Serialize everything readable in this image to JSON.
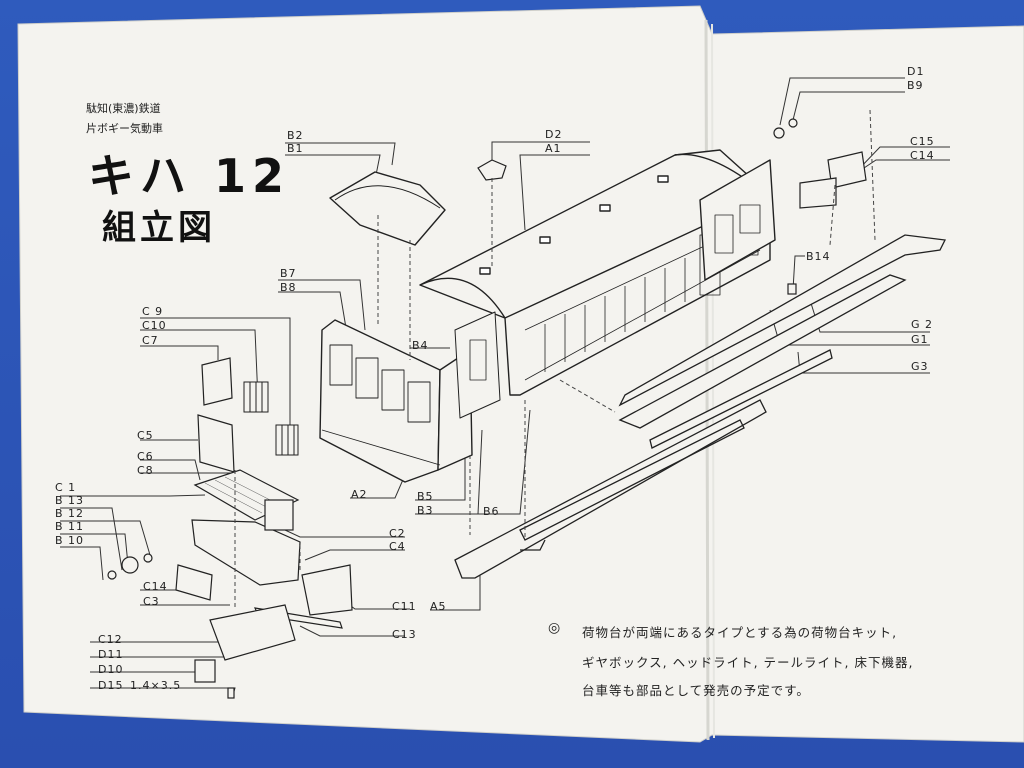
{
  "header": {
    "subtitle_line1": "駄知(東濃)鉄道",
    "subtitle_line2": "片ボギー気動車",
    "model": "キハ 12",
    "doc_type": "組立図"
  },
  "note": {
    "mark": "◎",
    "line1": "荷物台が両端にあるタイプとする為の荷物台キット,",
    "line2": "ギヤボックス, ヘッドライト, テールライト, 床下機器,",
    "line3": "台車等も部品として発売の予定です。"
  },
  "part_labels": [
    {
      "id": "D1",
      "text": "D1"
    },
    {
      "id": "B9",
      "text": "B9"
    },
    {
      "id": "C15a",
      "text": "C15"
    },
    {
      "id": "C14a",
      "text": "C14"
    },
    {
      "id": "B2",
      "text": "B2"
    },
    {
      "id": "B1",
      "text": "B1"
    },
    {
      "id": "D2",
      "text": "D2"
    },
    {
      "id": "A1",
      "text": "A1"
    },
    {
      "id": "B14",
      "text": "B14"
    },
    {
      "id": "B7",
      "text": "B7"
    },
    {
      "id": "B8",
      "text": "B8"
    },
    {
      "id": "C9",
      "text": "C 9"
    },
    {
      "id": "C10",
      "text": "C10"
    },
    {
      "id": "C7",
      "text": "C7"
    },
    {
      "id": "B4",
      "text": "B4"
    },
    {
      "id": "G2",
      "text": "G 2"
    },
    {
      "id": "G1",
      "text": "G1"
    },
    {
      "id": "G3",
      "text": "G3"
    },
    {
      "id": "C5",
      "text": "C5"
    },
    {
      "id": "C6",
      "text": "C6"
    },
    {
      "id": "C8",
      "text": "C8"
    },
    {
      "id": "C1",
      "text": "C  1"
    },
    {
      "id": "B13",
      "text": "B 13"
    },
    {
      "id": "B12",
      "text": "B 12"
    },
    {
      "id": "B11",
      "text": "B 11"
    },
    {
      "id": "B10",
      "text": "B 10"
    },
    {
      "id": "A2",
      "text": "A2"
    },
    {
      "id": "B5",
      "text": "B5"
    },
    {
      "id": "B3",
      "text": "B3"
    },
    {
      "id": "B6",
      "text": "B6"
    },
    {
      "id": "C2",
      "text": "C2"
    },
    {
      "id": "C4",
      "text": "C4"
    },
    {
      "id": "C14b",
      "text": "C14"
    },
    {
      "id": "C3",
      "text": "C3"
    },
    {
      "id": "C11",
      "text": "C11"
    },
    {
      "id": "A5",
      "text": "A5"
    },
    {
      "id": "C12",
      "text": "C12"
    },
    {
      "id": "C13",
      "text": "C13"
    },
    {
      "id": "D11",
      "text": "D11"
    },
    {
      "id": "D10",
      "text": "D10"
    },
    {
      "id": "D15",
      "text": "D15"
    },
    {
      "id": "D15dim",
      "text": "1.4×3.5"
    }
  ]
}
